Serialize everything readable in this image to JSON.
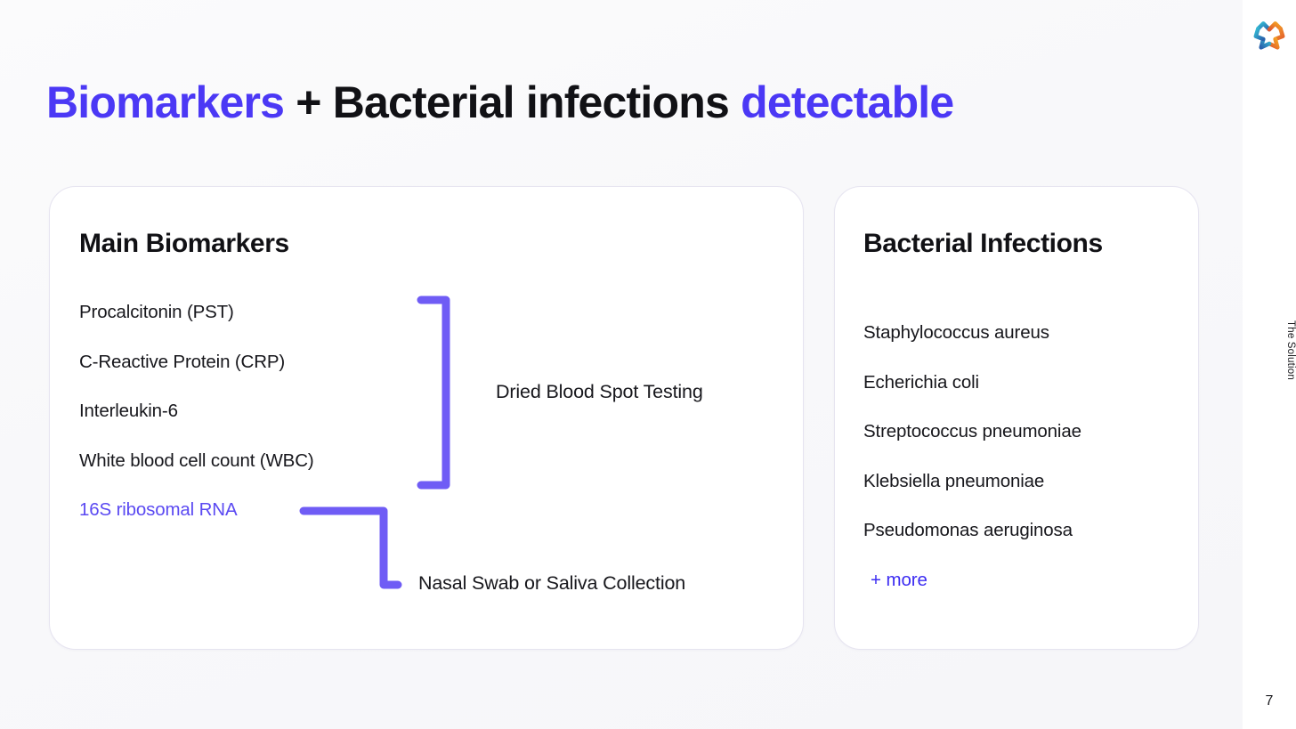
{
  "slide": {
    "title_parts": [
      {
        "text": "Biomarkers",
        "accent": true
      },
      {
        "text": " + Bacterial infections ",
        "accent": false
      },
      {
        "text": "detectable",
        "accent": true
      }
    ],
    "title_plain": "Biomarkers + Bacterial infections detectable",
    "page_number": "7",
    "section_label": "The Solution",
    "logo_name": "star-logo"
  },
  "colors": {
    "accent_indigo": "#4b38f5",
    "accent_purple": "#6f5cf5",
    "highlight_text": "#5b4af2",
    "text_primary": "#17171c",
    "card_border": "#e6e4f0",
    "card_bg": "#ffffff",
    "page_bg": "#f8f8fa",
    "logo_teal": "#2aa8c4",
    "logo_blue": "#2d6fb5",
    "logo_orange": "#f0932a",
    "logo_red": "#e0562c"
  },
  "cards": {
    "left": {
      "title": "Main Biomarkers",
      "items": [
        {
          "label": "Procalcitonin (PST)",
          "highlight": false
        },
        {
          "label": "C-Reactive Protein (CRP)",
          "highlight": false
        },
        {
          "label": "Interleukin-6",
          "highlight": false
        },
        {
          "label": "White blood cell count (WBC)",
          "highlight": false
        },
        {
          "label": "16S ribosomal RNA",
          "highlight": true
        }
      ],
      "annotations": [
        {
          "label": "Dried Blood Spot Testing",
          "connector": "bracket",
          "covers": [
            0,
            1,
            2,
            3
          ]
        },
        {
          "label": "Nasal Swab or Saliva Collection",
          "connector": "elbow",
          "covers": [
            4
          ]
        }
      ]
    },
    "right": {
      "title": "Bacterial Infections",
      "items": [
        "Staphylococcus aureus",
        "Echerichia coli",
        "Streptococcus pneumoniae",
        "Klebsiella pneumoniae",
        "Pseudomonas aeruginosa"
      ],
      "more_label": "+ more"
    }
  }
}
